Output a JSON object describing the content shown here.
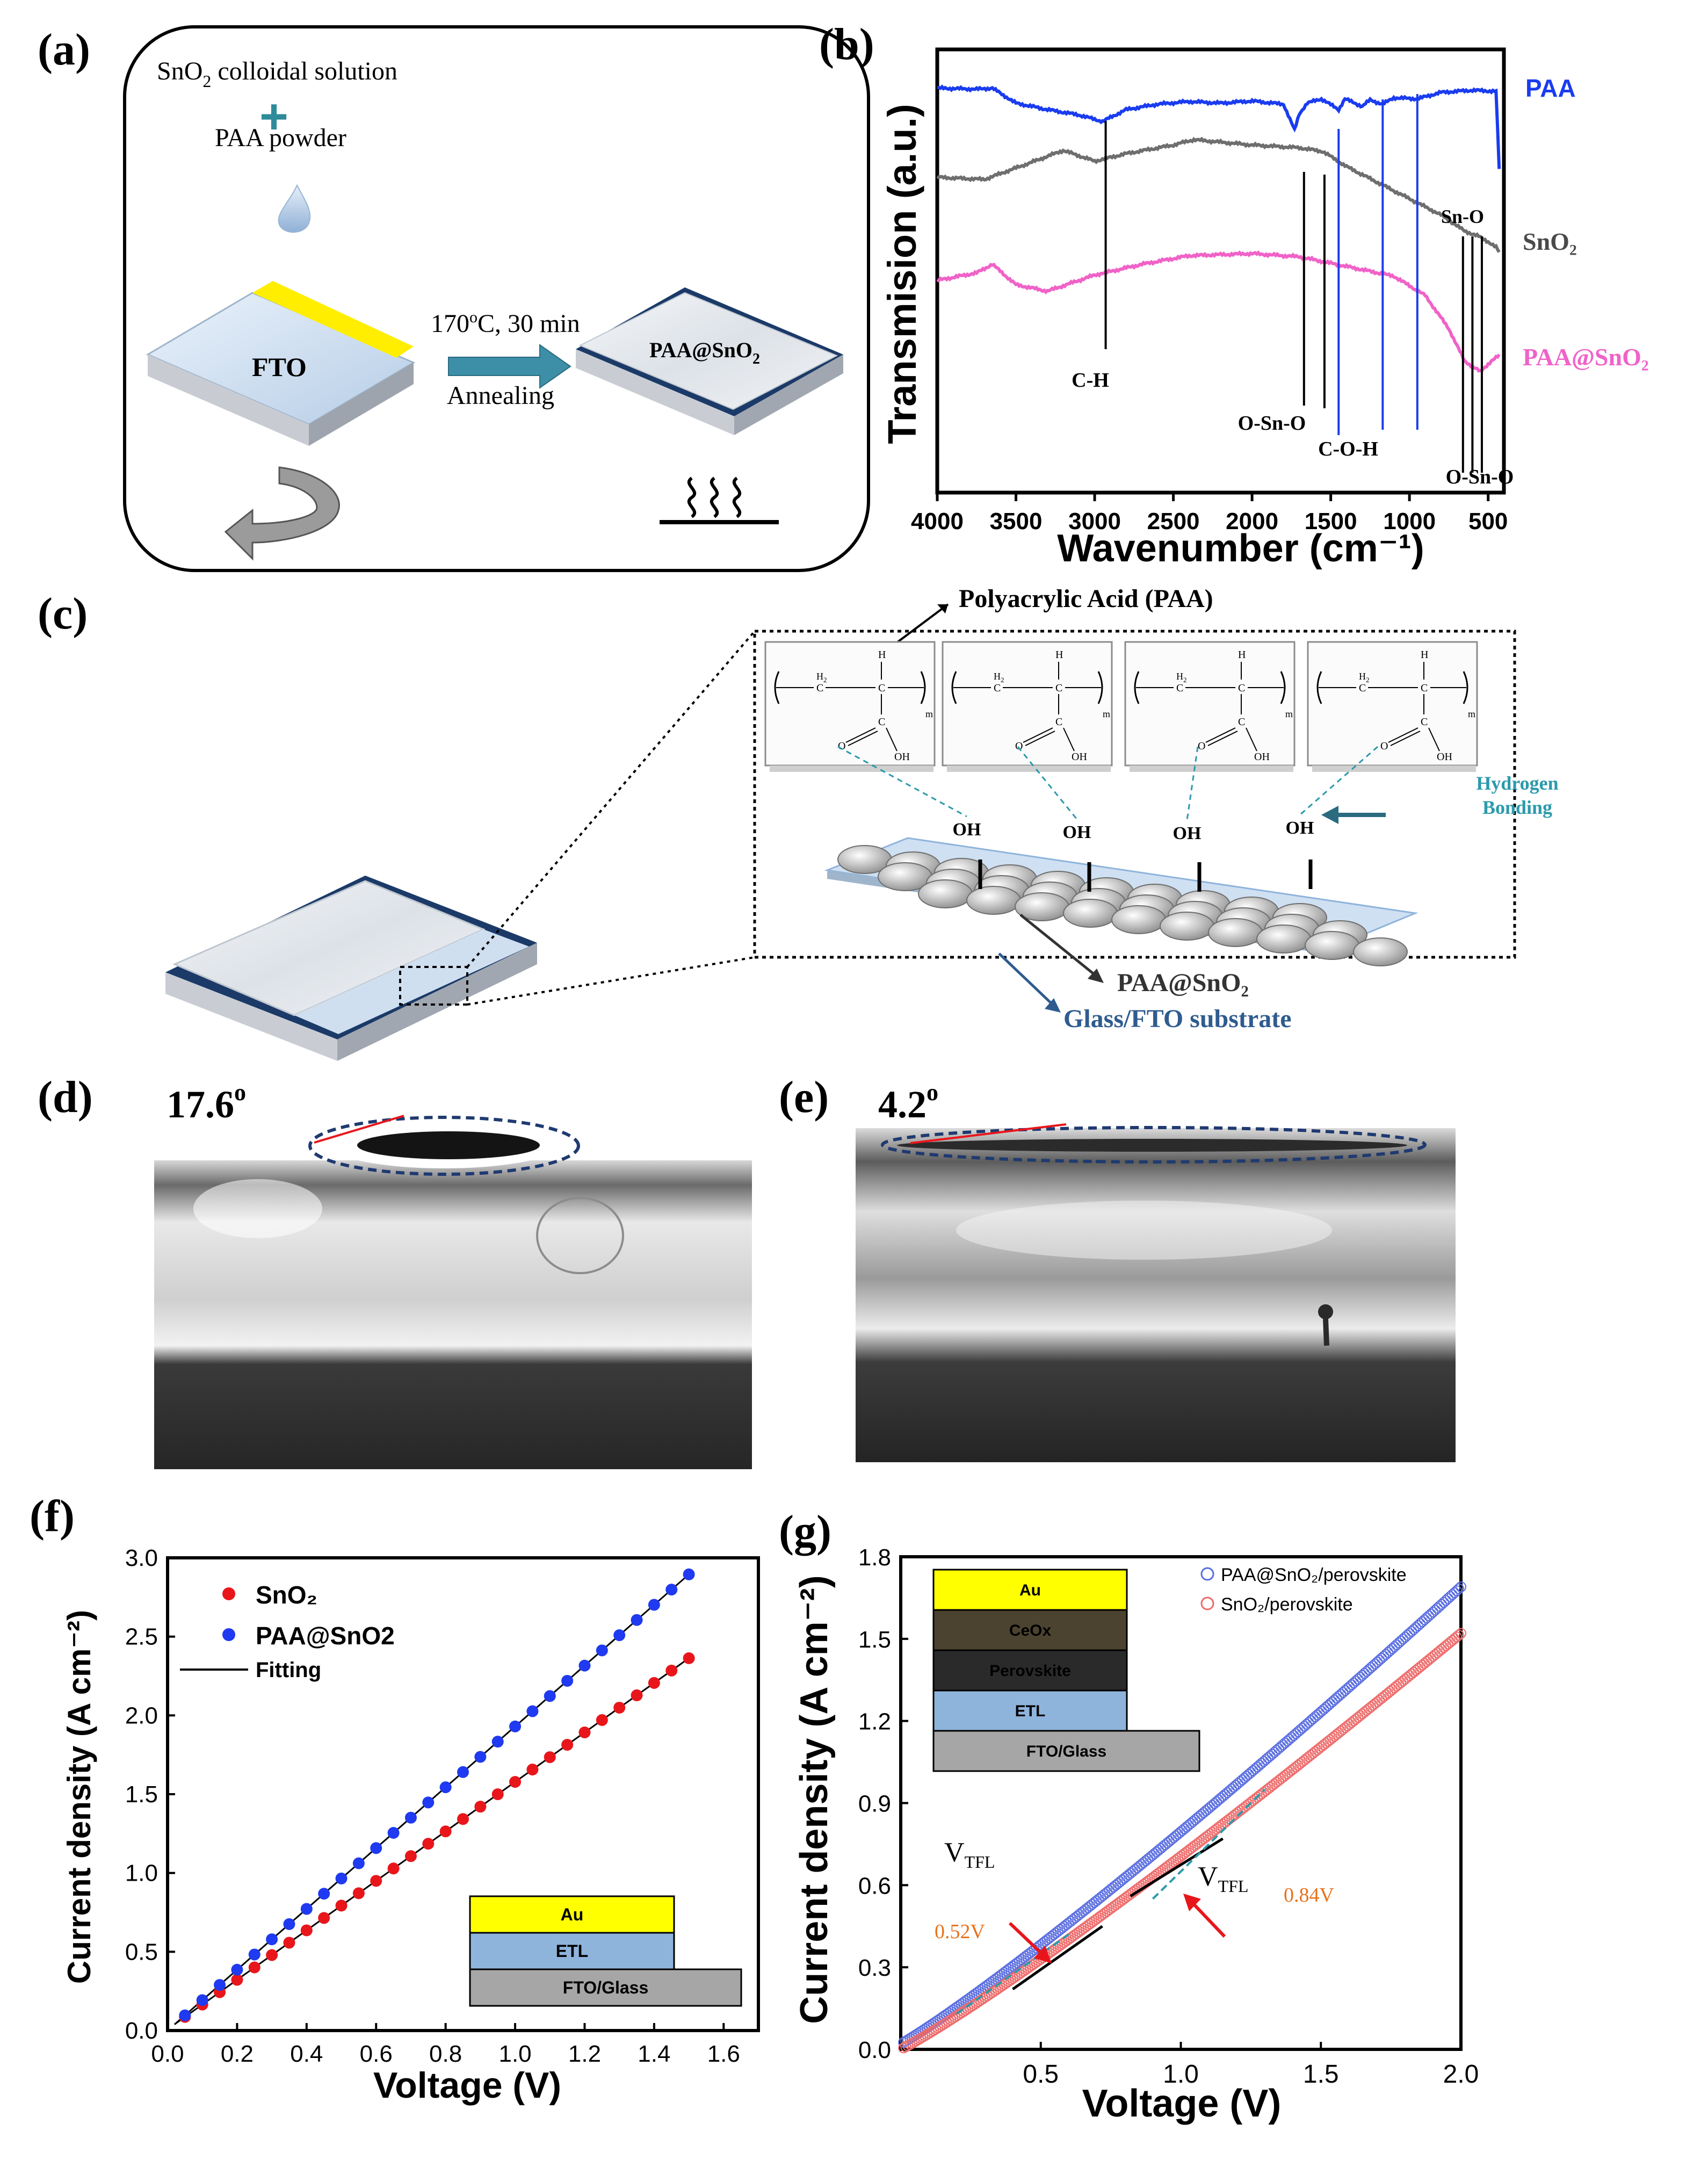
{
  "panel_labels": [
    "(a)",
    "(b)",
    "(c)",
    "(d)",
    "(e)",
    "(f)",
    "(g)"
  ],
  "panel_a": {
    "solution_label_prefix": "SnO",
    "solution_label_sub": "2",
    "solution_label_suffix": " colloidal solution",
    "plus_symbol": "+",
    "powder_label": "PAA powder",
    "substrate_label": "FTO",
    "annealing_condition_prefix": "170",
    "annealing_condition_sup": "o",
    "annealing_condition_suffix": "C, 30 min",
    "annealing_label": "Annealing",
    "product_label_prefix": "PAA@SnO",
    "product_label_sub": "2",
    "heat_symbol": "SSS",
    "colors": {
      "drop": "#bcd3ea",
      "strip": "#ffee00",
      "arrow": "#3d8fa8",
      "plus": "#2e8b9a"
    }
  },
  "panel_c": {
    "polymer_title": "Polyacrylic Acid (PAA)",
    "hydrogen_label_line1": "Hydrogen",
    "hydrogen_label_line2": "Bonding",
    "oh_label": "OH",
    "monomer_labels": {
      "h2": "H",
      "h2_sub": "2",
      "c": "C",
      "h": "H",
      "o": "O",
      "oh": "OH",
      "m": "m"
    },
    "paa_sno2_label": "PAA@SnO₂",
    "substrate_label": "Glass/FTO substrate",
    "colors": {
      "hbond": "#2b9aab",
      "substrate_label": "#2f5c8f"
    }
  },
  "panel_d": {
    "angle_label": "17.6",
    "angle_sup": "o"
  },
  "panel_e": {
    "angle_label": "4.2",
    "angle_sup": "o"
  },
  "chart_data": [
    {
      "id": "b",
      "type": "line",
      "xlabel": "Wavenumber (cm⁻¹)",
      "ylabel": "Transmision (a.u.)",
      "xlim": [
        4000,
        400
      ],
      "x_reversed": true,
      "xticks": [
        "4000",
        "3500",
        "3000",
        "2500",
        "2000",
        "1500",
        "1000",
        "500"
      ],
      "y_ticks_shown": false,
      "series": [
        {
          "name": "PAA",
          "color": "#1a3cf0"
        },
        {
          "name": "SnO₂",
          "color": "#6e6e6e"
        },
        {
          "name": "PAA@SnO₂",
          "color": "#f062c8"
        }
      ],
      "marker_lines": [
        {
          "x": 2930,
          "label": "C-H",
          "color": "#000000"
        },
        {
          "x": 1670,
          "label": "O-Sn-O",
          "color": "#000000"
        },
        {
          "x": 1540,
          "label": "",
          "color": "#000000"
        },
        {
          "x": 1450,
          "label": "C-O-H",
          "color": "#1a3cf0"
        },
        {
          "x": 1170,
          "label": "",
          "color": "#1a3cf0"
        },
        {
          "x": 950,
          "label": "",
          "color": "#1a3cf0"
        },
        {
          "x": 660,
          "label": "O-Sn-O",
          "color": "#000000"
        },
        {
          "x": 600,
          "label": "",
          "color": "#000000"
        },
        {
          "x": 540,
          "label": "",
          "color": "#000000"
        }
      ],
      "annotations": [
        "Sn-O"
      ],
      "series_labels": [
        "PAA",
        "SnO₂",
        "PAA@SnO₂"
      ]
    },
    {
      "id": "f",
      "type": "scatter",
      "xlabel": "Voltage (V)",
      "ylabel": "Current density (A cm⁻²)",
      "xlim": [
        0,
        1.7
      ],
      "ylim": [
        0,
        3.0
      ],
      "xticks": [
        "0.0",
        "0.2",
        "0.4",
        "0.6",
        "0.8",
        "1.0",
        "1.2",
        "1.4",
        "1.6"
      ],
      "yticks": [
        "0.0",
        "0.5",
        "1.0",
        "1.5",
        "2.0",
        "2.5",
        "3.0"
      ],
      "x": [
        0.05,
        0.1,
        0.15,
        0.2,
        0.25,
        0.3,
        0.35,
        0.4,
        0.45,
        0.5,
        0.55,
        0.6,
        0.65,
        0.7,
        0.75,
        0.8,
        0.85,
        0.9,
        0.95,
        1.0,
        1.05,
        1.1,
        1.15,
        1.2,
        1.25,
        1.3,
        1.35,
        1.4,
        1.45,
        1.5
      ],
      "series": [
        {
          "name": "SnO₂",
          "color": "#e8161b",
          "slope": 1.57,
          "intercept": 0.008
        },
        {
          "name": "PAA@SnO2",
          "color": "#1f3af0",
          "slope": 1.93,
          "intercept": 0.0
        }
      ],
      "fit_label": "Fitting",
      "inset_layers": [
        {
          "label": "Au",
          "color": "#ffff00"
        },
        {
          "label": "ETL",
          "color": "#8fb4dc"
        },
        {
          "label": "FTO/Glass",
          "color": "#a6a6a6"
        }
      ]
    },
    {
      "id": "g",
      "type": "scatter",
      "xlabel": "Voltage (V)",
      "ylabel": "Current density (A cm⁻²)",
      "xlim": [
        0,
        2.0
      ],
      "ylim": [
        0,
        1.8
      ],
      "xticks": [
        "0.5",
        "1.0",
        "1.5",
        "2.0"
      ],
      "yticks": [
        "0.0",
        "0.3",
        "0.6",
        "0.9",
        "1.2",
        "1.5",
        "1.8"
      ],
      "series": [
        {
          "name": "PAA@SnO₂/perovskite",
          "color": "#5a6ee0",
          "vtfl": 0.52,
          "end_value": 1.67
        },
        {
          "name": "SnO₂/perovskite",
          "color": "#ee6b6b",
          "vtfl": 0.84,
          "end_value": 1.52
        }
      ],
      "annotations": [
        {
          "label": "V",
          "sub": "TFL",
          "value": "0.52V"
        },
        {
          "label": "V",
          "sub": "TFL",
          "value": "0.84V"
        }
      ],
      "inset_layers": [
        {
          "label": "Au",
          "color": "#ffff00"
        },
        {
          "label": "CeOx",
          "color": "#4b4330"
        },
        {
          "label": "Perovskite",
          "color": "#2a2a2a"
        },
        {
          "label": "ETL",
          "color": "#8fb4dc"
        },
        {
          "label": "FTO/Glass",
          "color": "#a6a6a6"
        }
      ]
    }
  ]
}
